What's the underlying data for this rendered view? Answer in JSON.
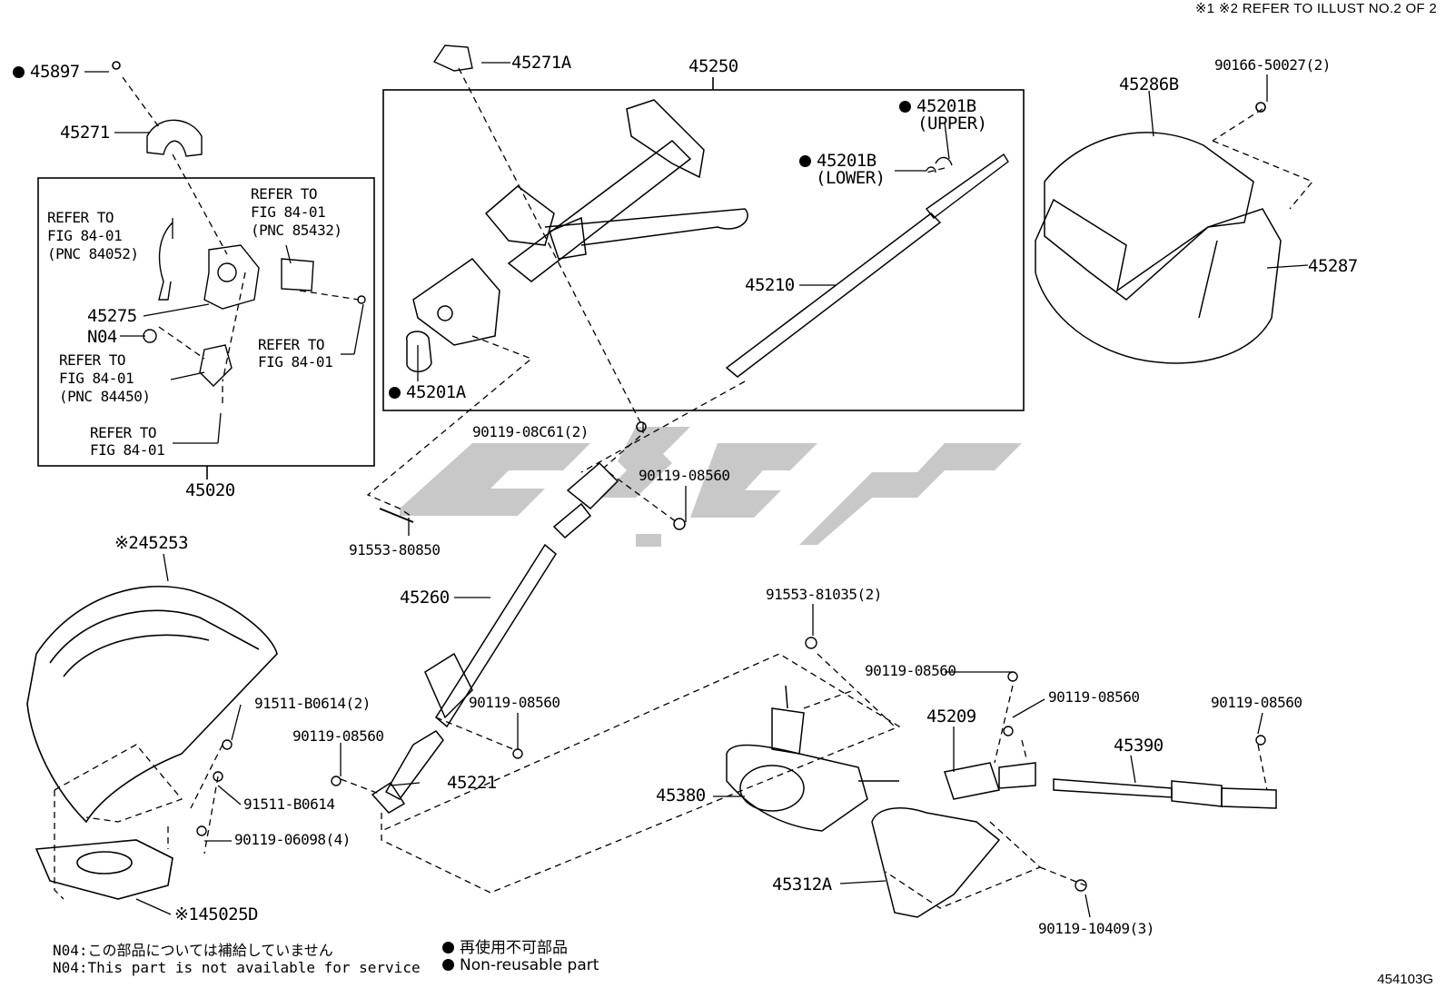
{
  "header_note": "※1 ※2  REFER TO ILLUST NO.2 OF 2",
  "drawing_code": "454103G",
  "legend": {
    "n04_jp": "N04:この部品については補給していません",
    "n04_en": "N04:This part is not available for service",
    "nonreuse_jp": "再使用不可部品",
    "nonreuse_en": "Non-reusable part"
  },
  "labels": {
    "p45897": "45897",
    "p45271": "45271",
    "p45271a": "45271A",
    "p45250": "45250",
    "p45201b_upper": "45201B",
    "upper": "(UPPER)",
    "p45201b_lower": "45201B",
    "lower": "(LOWER)",
    "p45210": "45210",
    "p45201a": "45201A",
    "p45286b": "45286B",
    "p90166": "90166-50027(2)",
    "p45287": "45287",
    "ref1_a": "REFER TO",
    "ref1_b": "FIG 84-01",
    "ref1_c": "(PNC 85432)",
    "ref2_a": "REFER TO",
    "ref2_b": "FIG 84-01",
    "ref2_c": "(PNC 84052)",
    "p45275": "45275",
    "n04": "N04",
    "ref3_a": "REFER TO",
    "ref3_b": "FIG 84-01",
    "ref3_c": "(PNC 84450)",
    "ref4_a": "REFER TO",
    "ref4_b": "FIG 84-01",
    "ref5_a": "REFER TO",
    "ref5_b": "FIG 84-01",
    "p45020": "45020",
    "p90119_08c61": "90119-08C61(2)",
    "p90119_08560_a": "90119-08560",
    "p91553_80850": "91553-80850",
    "p45253": "※245253",
    "p45260": "45260",
    "p91553_81035": "91553-81035(2)",
    "p90119_08560_b": "90119-08560",
    "p90119_08560_c": "90119-08560",
    "p90119_08560_d": "90119-08560",
    "p91511_b0614_2": "91511-B0614(2)",
    "p90119_08560_e": "90119-08560",
    "p90119_08560_f": "90119-08560",
    "p45209": "45209",
    "p45390": "45390",
    "p45221": "45221",
    "p45380": "45380",
    "p91511_b0614": "91511-B0614",
    "p90119_06098": "90119-06098(4)",
    "p45312a": "45312A",
    "p90119_10409": "90119-10409(3)",
    "p45025d": "※145025D"
  }
}
